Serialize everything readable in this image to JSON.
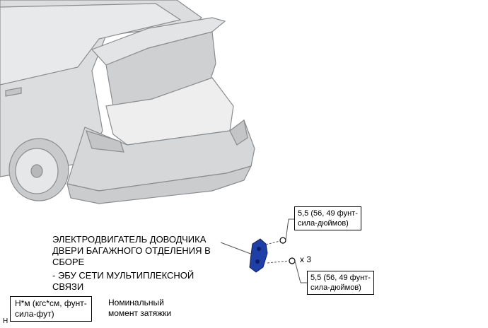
{
  "component": {
    "name_lines": [
      "ЭЛЕКТРОДВИГАТЕЛЬ ДОВОДЧИКА",
      "ДВЕРИ БАГАЖНОГО ОТДЕЛЕНИЯ В",
      "СБОРЕ"
    ],
    "sub_lines": [
      "- ЭБУ СЕТИ МУЛЬТИПЛЕКСНОЙ",
      "СВЯЗИ"
    ]
  },
  "torque_top": {
    "line1": "5,5 (56, 49 фунт-",
    "line2": "сила-дюймов)"
  },
  "torque_bottom": {
    "line1": "5,5 (56, 49 фунт-",
    "line2": "сила-дюймов)"
  },
  "quantity": "x 3",
  "legend": {
    "box_line1": "Н*м (кгс*см, фунт-",
    "box_line2": "сила-фут)",
    "desc_line1": "Номинальный",
    "desc_line2": "момент затяжки"
  },
  "figure_code": "H",
  "colors": {
    "part_blue": "#1e3ea8",
    "car_body": "#d9dadb",
    "line": "#555555"
  }
}
